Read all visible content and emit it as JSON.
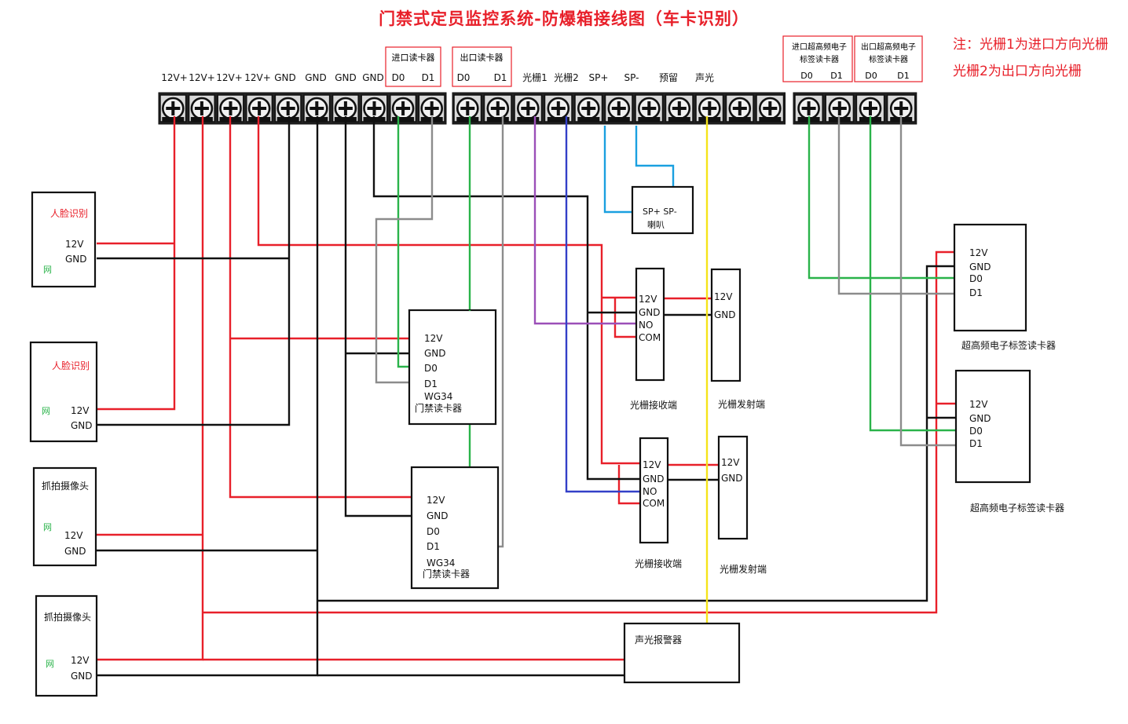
{
  "title": "门禁式定员监控系统-防爆箱接线图（车卡识别）",
  "notes": [
    "注：光栅1为进口方向光栅",
    "光栅2为出口方向光栅"
  ],
  "terminal_labels": [
    "12V+",
    "12V+",
    "12V+",
    "12V+",
    "GND",
    "GND",
    "GND",
    "GND",
    "D0",
    "D1",
    "D0",
    "D1",
    "光栅1",
    "光栅2",
    "SP+",
    "SP-",
    "预留",
    "声光"
  ],
  "entry_reader": {
    "title": "进口读卡器"
  },
  "exit_reader": {
    "title": "出口读卡器"
  },
  "uhf_entry": {
    "title_line1": "进口超高频电子",
    "title_line2": "标签读卡器",
    "d0": "D0",
    "d1": "D1"
  },
  "uhf_exit": {
    "title_line1": "出口超高频电子",
    "title_line2": "标签读卡器",
    "d0": "D0",
    "d1": "D1"
  },
  "face1": {
    "title": "人脸识别",
    "v12": "12V",
    "gnd": "GND",
    "net": "网"
  },
  "face2": {
    "title": "人脸识别",
    "v12": "12V",
    "gnd": "GND",
    "net": "网"
  },
  "cam1": {
    "title": "抓拍摄像头",
    "v12": "12V",
    "gnd": "GND",
    "net": "网"
  },
  "cam2": {
    "title": "抓拍摄像头",
    "v12": "12V",
    "gnd": "GND",
    "net": "网"
  },
  "speaker": {
    "pins": "SP+  SP-",
    "name": "喇叭"
  },
  "access_reader1": {
    "v12": "12V",
    "gnd": "GND",
    "d0": "D0",
    "d1": "D1",
    "wg": "WG34",
    "name": "门禁读卡器"
  },
  "access_reader2": {
    "v12": "12V",
    "gnd": "GND",
    "d0": "D0",
    "d1": "D1",
    "wg": "WG34",
    "name": "门禁读卡器"
  },
  "grating_rx1": {
    "v12": "12V",
    "gnd": "GND",
    "no": "NO",
    "com": "COM",
    "name": "光栅接收端"
  },
  "grating_tx1": {
    "v12": "12V",
    "gnd": "GND",
    "name": "光栅发射端"
  },
  "grating_rx2": {
    "v12": "12V",
    "gnd": "GND",
    "no": "NO",
    "com": "COM",
    "name": "光栅接收端"
  },
  "grating_tx2": {
    "v12": "12V",
    "gnd": "GND",
    "name": "光栅发射端"
  },
  "uhf_box1": {
    "v12": "12V",
    "gnd": "GND",
    "d0": "D0",
    "d1": "D1",
    "name": "超高频电子标签读卡器"
  },
  "uhf_box2": {
    "v12": "12V",
    "gnd": "GND",
    "d0": "D0",
    "d1": "D1",
    "name": "超高频电子标签读卡器"
  },
  "alarm": {
    "name": "声光报警器"
  },
  "colors": {
    "red": "#e8202a",
    "black": "#111111",
    "green": "#2ab34a",
    "gray": "#8c8c8c",
    "blue": "#1aa0e0",
    "purple": "#9b4fb8",
    "navy": "#3340c8",
    "yellow": "#f5e31a"
  }
}
